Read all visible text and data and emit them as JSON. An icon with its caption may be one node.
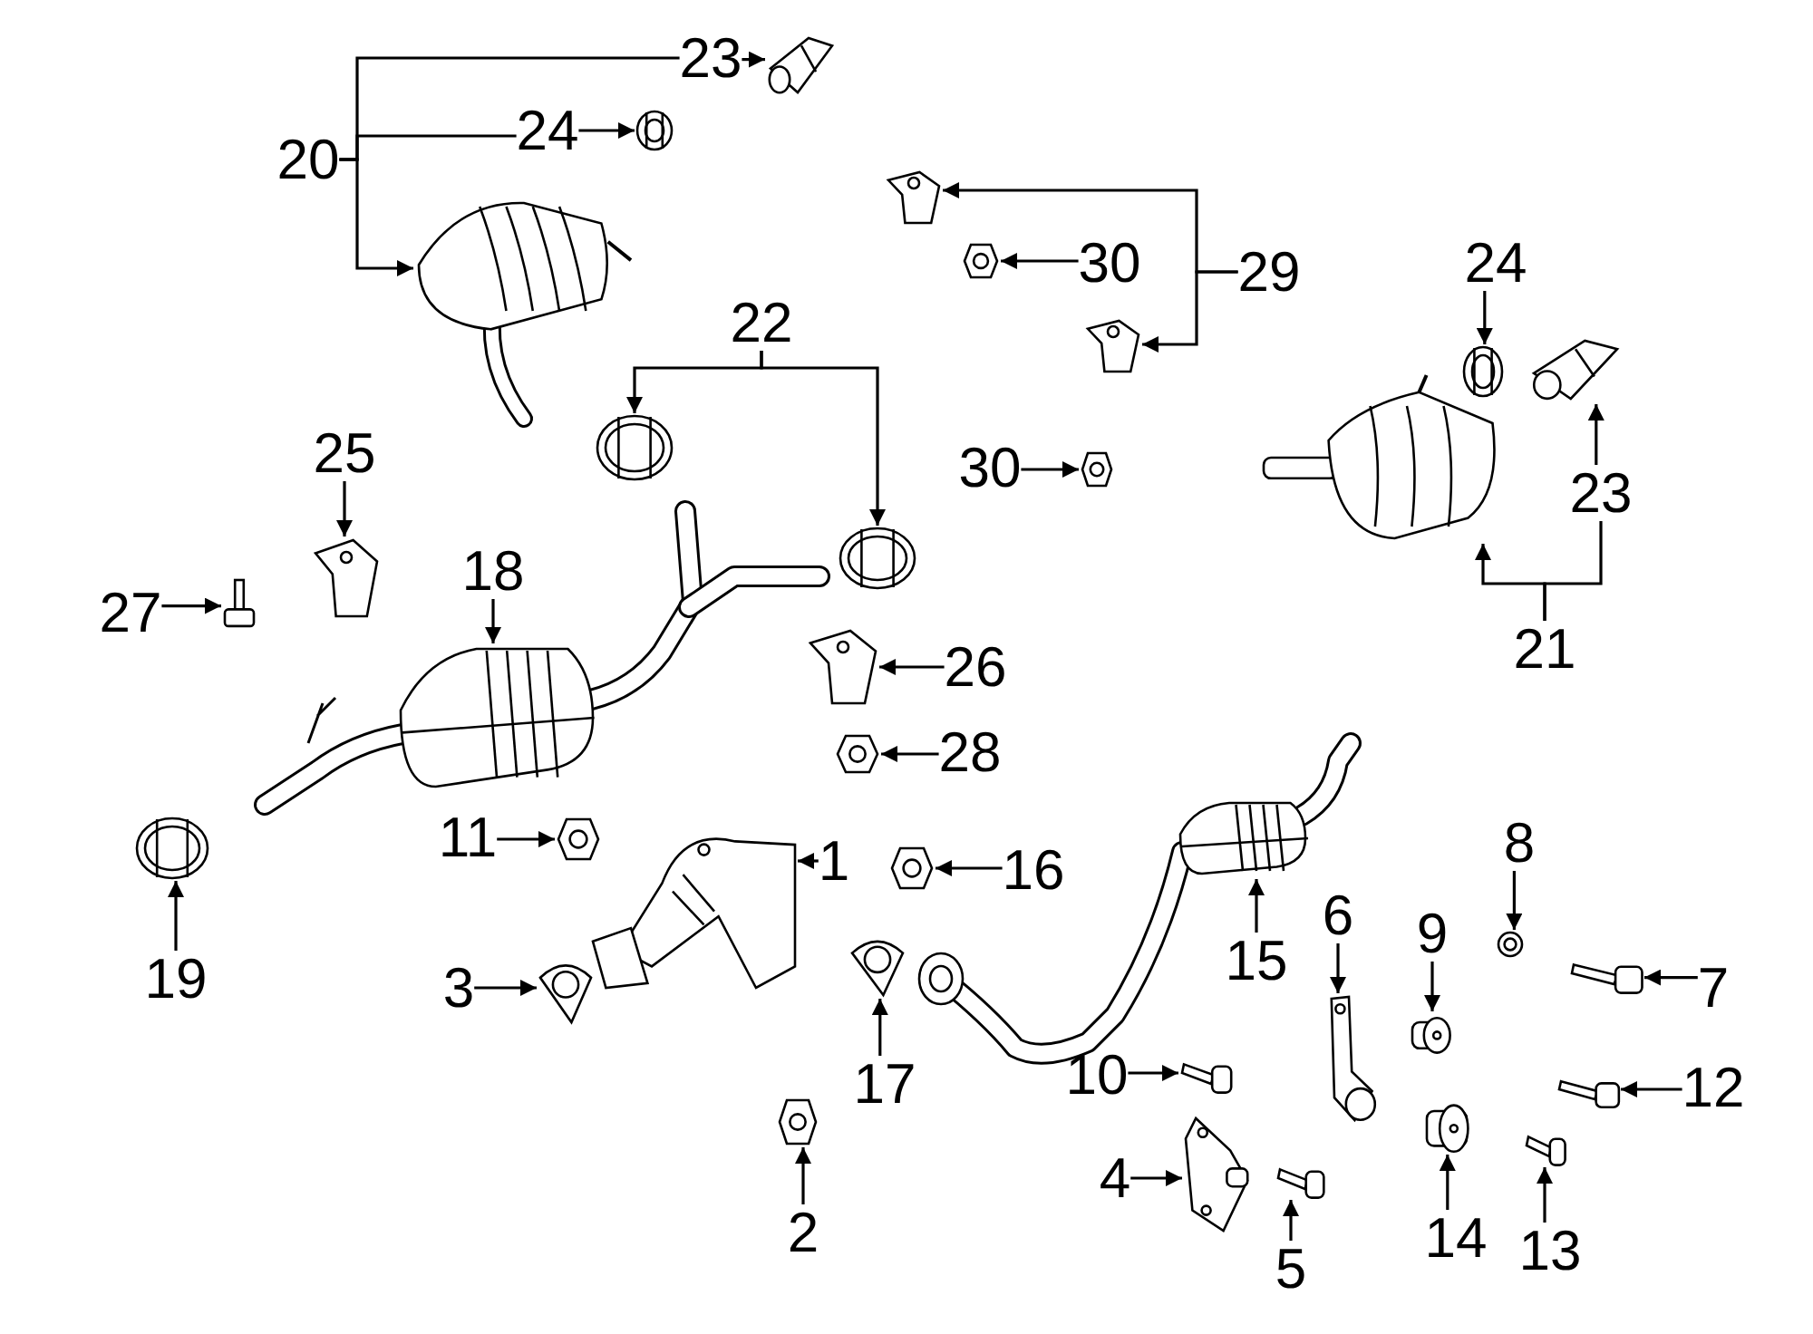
{
  "diagram": {
    "nodes": [
      {
        "text": [
          "20"
        ]
      },
      {
        "text": [
          "23"
        ]
      },
      {
        "text": [],
        "shape": "picture"
      },
      {
        "text": [
          "24"
        ]
      },
      {
        "text": [],
        "shape": "picture"
      },
      {
        "text": [],
        "shape": "picture"
      },
      {
        "text": [
          "22"
        ]
      },
      {
        "text": [],
        "shape": "picture"
      },
      {
        "text": [],
        "shape": "picture"
      },
      {
        "text": [],
        "shape": "picture"
      },
      {
        "text": [],
        "shape": "picture"
      },
      {
        "text": [
          "30"
        ]
      },
      {
        "text": [
          "29"
        ]
      },
      {
        "text": [],
        "shape": "picture"
      },
      {
        "text": [
          "24"
        ]
      },
      {
        "text": [],
        "shape": "picture"
      },
      {
        "text": [],
        "shape": "picture"
      },
      {
        "text": [
          "30"
        ]
      },
      {
        "text": [],
        "shape": "picture"
      },
      {
        "text": [],
        "shape": "picture"
      },
      {
        "text": [
          "23"
        ]
      },
      {
        "text": [
          "21"
        ]
      },
      {
        "text": [
          "25"
        ]
      },
      {
        "text": [],
        "shape": "picture"
      },
      {
        "text": [
          "27"
        ]
      },
      {
        "text": [],
        "shape": "picture"
      },
      {
        "text": [
          "18"
        ]
      },
      {
        "text": [],
        "shape": "picture"
      },
      {
        "text": [],
        "shape": "picture"
      },
      {
        "text": [
          "26"
        ]
      },
      {
        "text": [],
        "shape": "picture"
      },
      {
        "text": [
          "28"
        ]
      },
      {
        "text": [],
        "shape": "picture"
      },
      {
        "text": [
          "19"
        ]
      },
      {
        "text": [
          "11"
        ]
      },
      {
        "text": [],
        "shape": "picture"
      },
      {
        "text": [],
        "shape": "picture"
      },
      {
        "text": [
          "1"
        ]
      },
      {
        "text": [],
        "shape": "picture"
      },
      {
        "text": [
          "16"
        ]
      },
      {
        "text": [
          "3"
        ]
      },
      {
        "text": [],
        "shape": "picture"
      },
      {
        "text": [],
        "shape": "picture"
      },
      {
        "text": [
          "17"
        ]
      },
      {
        "text": [],
        "shape": "picture"
      },
      {
        "text": [
          "15"
        ]
      },
      {
        "text": [
          "6"
        ]
      },
      {
        "text": [],
        "shape": "picture"
      },
      {
        "text": [
          "9"
        ]
      },
      {
        "text": [],
        "shape": "picture"
      },
      {
        "text": [
          "8"
        ]
      },
      {
        "text": [],
        "shape": "picture"
      },
      {
        "text": [],
        "shape": "picture"
      },
      {
        "text": [
          "7"
        ]
      },
      {
        "text": [
          "10"
        ]
      },
      {
        "text": [],
        "shape": "picture"
      },
      {
        "text": [],
        "shape": "picture"
      },
      {
        "text": [
          "12"
        ]
      },
      {
        "text": [],
        "shape": "picture"
      },
      {
        "text": [
          "2"
        ]
      },
      {
        "text": [
          "4"
        ]
      },
      {
        "text": [],
        "shape": "picture"
      },
      {
        "text": [],
        "shape": "picture"
      },
      {
        "text": [
          "5"
        ]
      },
      {
        "text": [],
        "shape": "picture"
      },
      {
        "text": [
          "14"
        ]
      },
      {
        "text": [],
        "shape": "picture"
      },
      {
        "text": [
          "13"
        ]
      }
    ],
    "edges": [
      {
        "from": 0,
        "to": 1,
        "arrow": "none"
      },
      {
        "from": 0,
        "to": 3,
        "arrow": "none"
      },
      {
        "from": 0,
        "to": 5,
        "arrow": "to"
      },
      {
        "from": 1,
        "to": 2,
        "arrow": "to"
      },
      {
        "from": 3,
        "to": 4,
        "arrow": "to"
      },
      {
        "from": 6,
        "to": 7,
        "arrow": "to"
      },
      {
        "from": 6,
        "to": 8,
        "arrow": "to"
      },
      {
        "from": 11,
        "to": 10,
        "arrow": "to"
      },
      {
        "from": 12,
        "to": 9,
        "arrow": "to"
      },
      {
        "from": 12,
        "to": 13,
        "arrow": "to"
      },
      {
        "from": 14,
        "to": 15,
        "arrow": "to"
      },
      {
        "from": 17,
        "to": 18,
        "arrow": "to"
      },
      {
        "from": 20,
        "to": 16,
        "arrow": "to"
      },
      {
        "from": 21,
        "to": 19,
        "arrow": "to"
      },
      {
        "from": 21,
        "to": 20,
        "arrow": "none"
      },
      {
        "from": 22,
        "to": 23,
        "arrow": "to"
      },
      {
        "from": 24,
        "to": 25,
        "arrow": "to"
      },
      {
        "from": 26,
        "to": 27,
        "arrow": "to"
      },
      {
        "from": 29,
        "to": 28,
        "arrow": "to"
      },
      {
        "from": 31,
        "to": 30,
        "arrow": "to"
      },
      {
        "from": 33,
        "to": 32,
        "arrow": "to"
      },
      {
        "from": 34,
        "to": 35,
        "arrow": "to"
      },
      {
        "from": 37,
        "to": 36,
        "arrow": "to"
      },
      {
        "from": 39,
        "to": 38,
        "arrow": "to"
      },
      {
        "from": 40,
        "to": 41,
        "arrow": "to"
      },
      {
        "from": 43,
        "to": 42,
        "arrow": "to"
      },
      {
        "from": 45,
        "to": 44,
        "arrow": "to"
      },
      {
        "from": 46,
        "to": 47,
        "arrow": "to"
      },
      {
        "from": 48,
        "to": 49,
        "arrow": "to"
      },
      {
        "from": 50,
        "to": 51,
        "arrow": "to"
      },
      {
        "from": 53,
        "to": 52,
        "arrow": "to"
      },
      {
        "from": 54,
        "to": 55,
        "arrow": "to"
      },
      {
        "from": 57,
        "to": 56,
        "arrow": "to"
      },
      {
        "from": 59,
        "to": 58,
        "arrow": "to"
      },
      {
        "from": 60,
        "to": 61,
        "arrow": "to"
      },
      {
        "from": 63,
        "to": 62,
        "arrow": "to"
      },
      {
        "from": 65,
        "to": 64,
        "arrow": "to"
      },
      {
        "from": 67,
        "to": 66,
        "arrow": "to"
      }
    ]
  }
}
